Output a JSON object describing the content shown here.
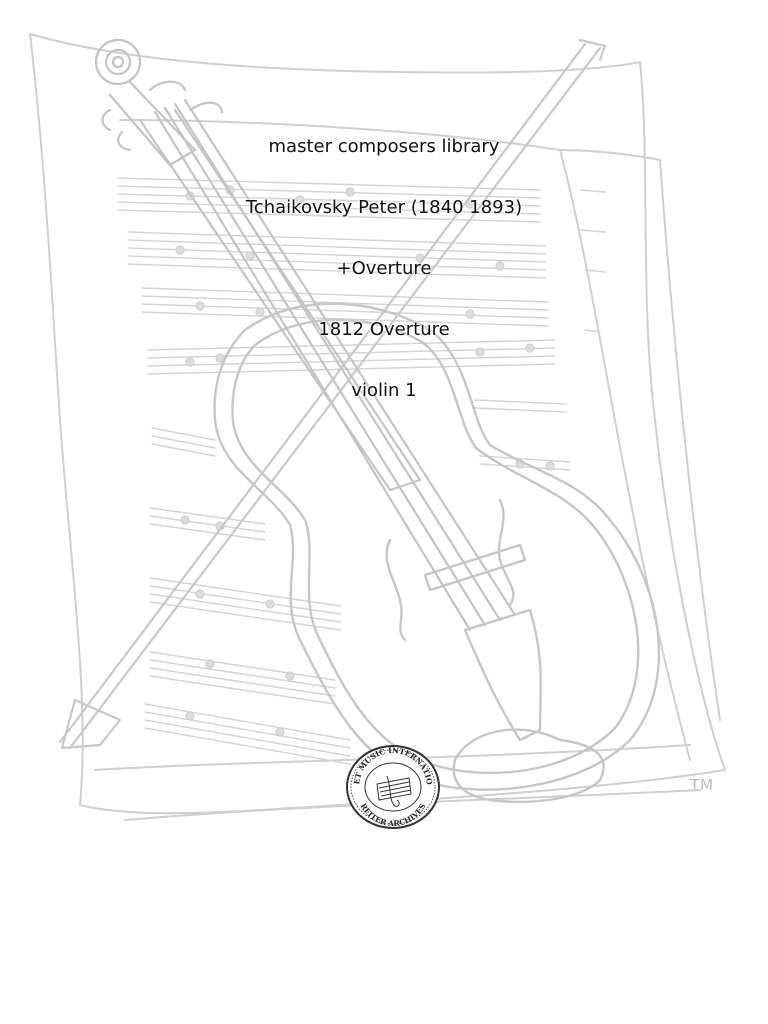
{
  "cover": {
    "series": "master composers library",
    "composer": "Tchaikovsky Peter (1840 1893)",
    "category": "+Overture",
    "work": "1812 Overture",
    "part": "violin 1"
  },
  "seal": {
    "top_text": "SHEET MUSIC INTERNATIONAL",
    "bottom_text": "REITER ARCHIVES"
  },
  "artist_mark": "TM",
  "colors": {
    "sketch": "#c8c8c8",
    "text": "#111111"
  },
  "icons": [
    "violin-illustration-icon",
    "violin-bow-icon",
    "sheet-music-icon",
    "archive-seal-icon"
  ]
}
